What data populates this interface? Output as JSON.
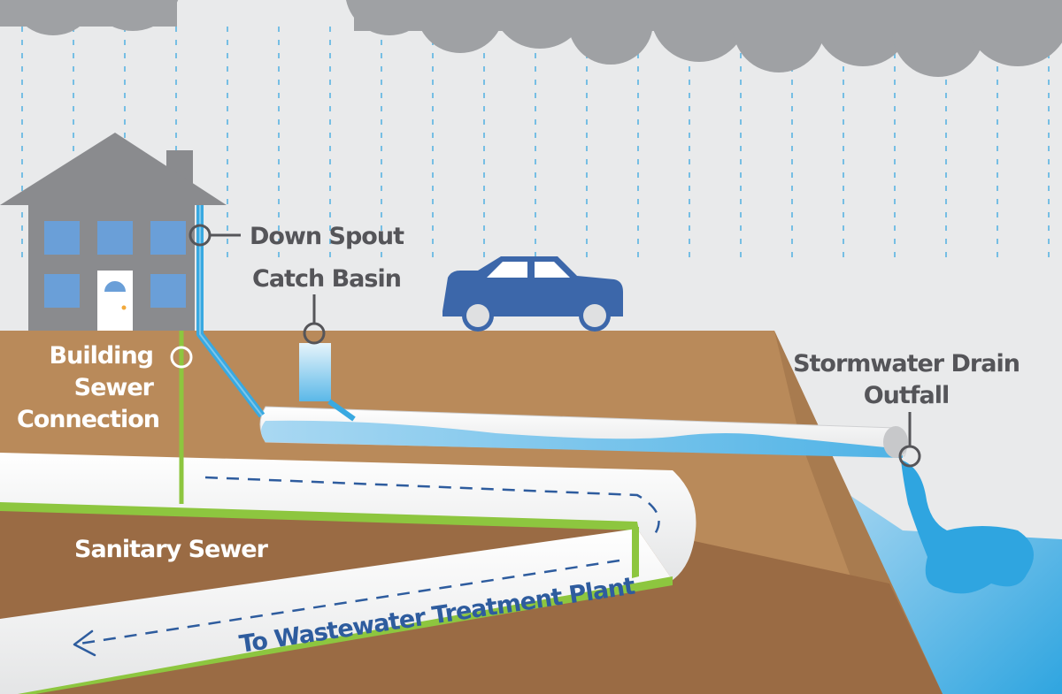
{
  "labels": {
    "down_spout": "Down Spout",
    "catch_basin": "Catch Basin",
    "stormwater_line1": "Stormwater Drain",
    "stormwater_line2": "Outfall",
    "building_line1": "Building",
    "building_line2": "Sewer",
    "building_line3": "Connection",
    "sanitary_sewer": "Sanitary Sewer",
    "treatment_plant": "To Wastewater Treatment Plant"
  },
  "colors": {
    "sky": "#e9eaeb",
    "cloud": "#9fa1a4",
    "soil": "#b98a5a",
    "soil_dark": "#9a6b44",
    "house": "#8a8b8e",
    "window": "#6a9fd8",
    "car": "#3c67aa",
    "stormwater": "#39a9e1",
    "sewer_line": "#8dc63f",
    "label_gray": "#555559",
    "label_blue": "#2e5c9e"
  }
}
